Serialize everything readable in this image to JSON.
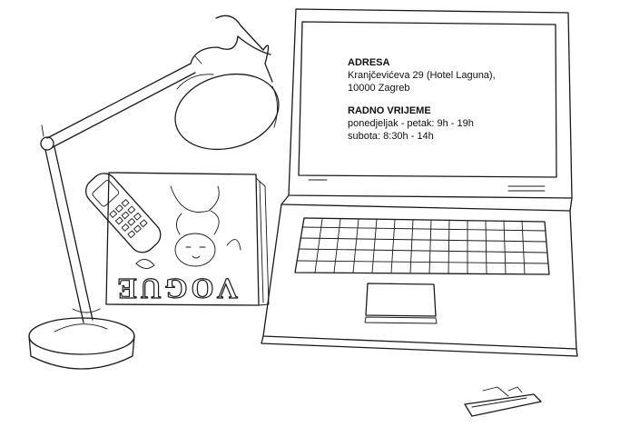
{
  "screen": {
    "address_heading": "ADRESA",
    "address_line1": "Kranjčevićeva 29 (Hotel Laguna),",
    "address_line2": "10000 Zagreb",
    "hours_heading": "RADNO VRIJEME",
    "hours_weekdays": "ponedjeljak - petak: 9h - 19h",
    "hours_saturday": "subota: 8:30h - 14h"
  },
  "magazine": {
    "title": "VOGUE"
  },
  "icons": [
    "lamp-icon",
    "laptop-icon",
    "mobile-phone-icon",
    "magazine-icon",
    "usb-stick-icon"
  ]
}
